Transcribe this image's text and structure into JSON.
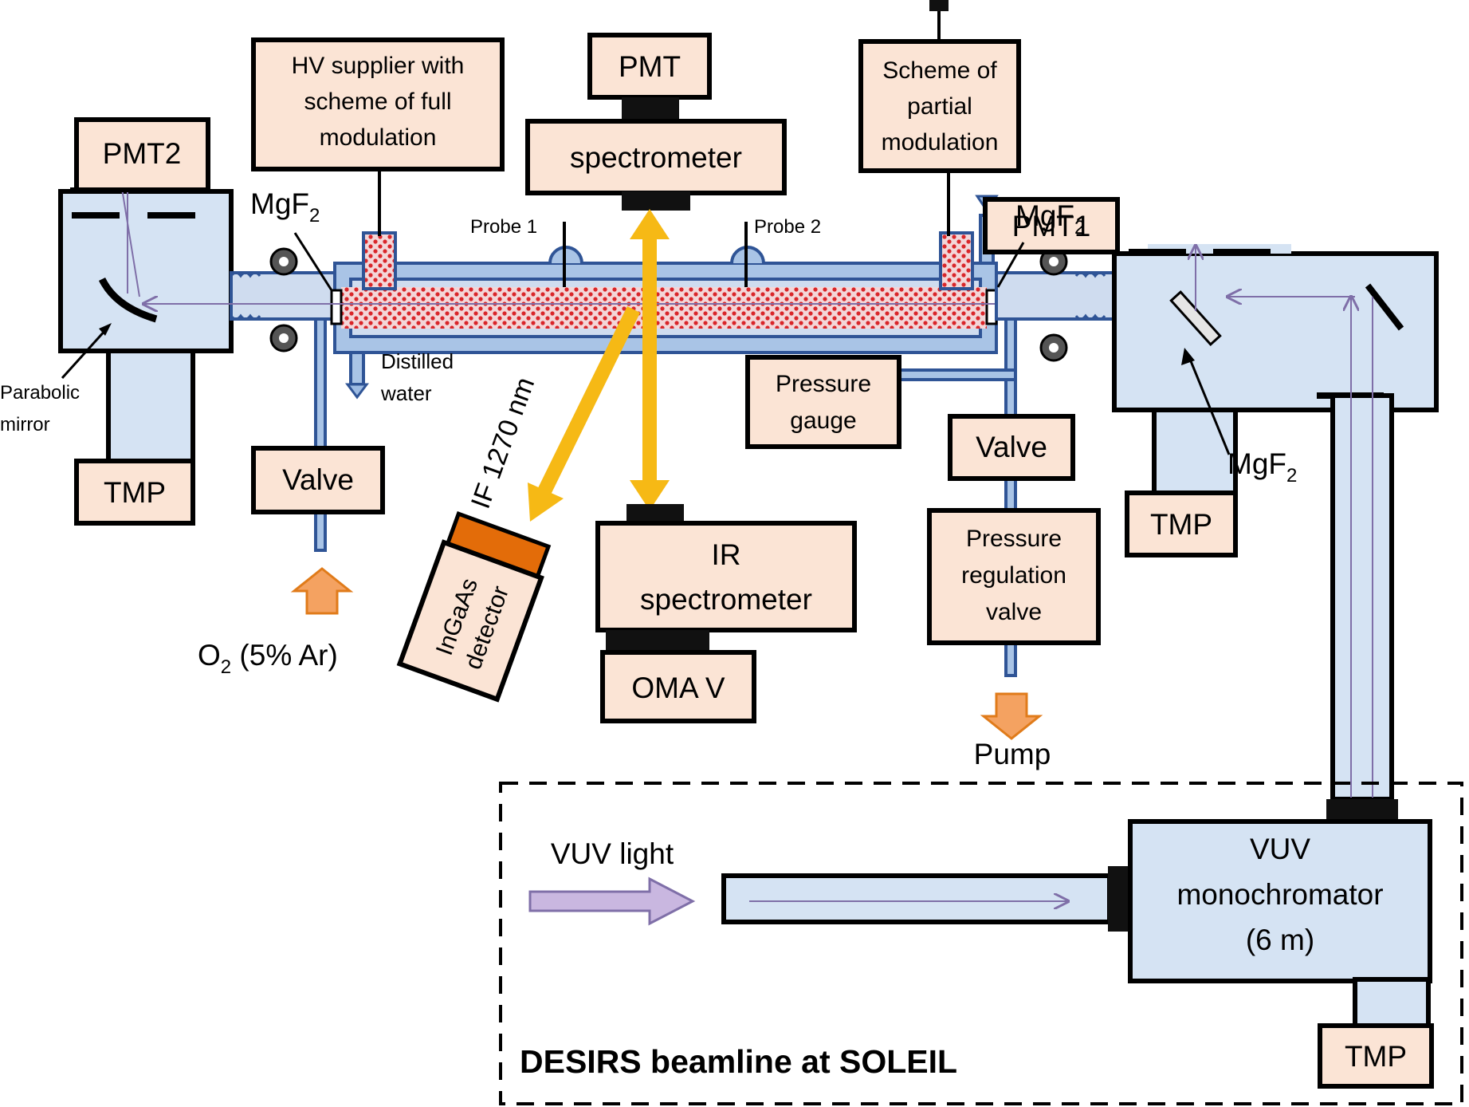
{
  "labels": {
    "pmt2": "PMT2",
    "pmt": "PMT",
    "pmt1": "PMT1",
    "hv_line1": "HV supplier  with",
    "hv_line2": "scheme of full",
    "hv_line3": "modulation",
    "spectrometer": "spectrometer",
    "partial_line1": "Scheme of",
    "partial_line2": "partial",
    "partial_line3": "modulation",
    "mgf2_left": "MgF",
    "mgf2_right": "MgF",
    "mgf2_lower": "MgF",
    "subscript_2": "2",
    "probe1": "Probe 1",
    "probe2": "Probe 2",
    "parabolic_line1": "Parabolic",
    "parabolic_line2": "mirror",
    "tmp_left": "TMP",
    "tmp_right": "TMP",
    "tmp_bottom": "TMP",
    "valve_left": "Valve",
    "valve_right": "Valve",
    "distilled_line1": "Distilled",
    "distilled_line2": "water",
    "o2_prefix": "O",
    "o2_suffix": " (5% Ar)",
    "if_filter": "IF 1270 nm",
    "ingaas_line1": "InGaAs",
    "ingaas_line2": "detector",
    "ir_line1": "IR",
    "ir_line2": "spectrometer",
    "oma": "OMA V",
    "pressure_gauge_line1": "Pressure",
    "pressure_gauge_line2": "gauge",
    "prv_line1": "Pressure",
    "prv_line2": "regulation",
    "prv_line3": "valve",
    "pump": "Pump",
    "vuv_light": "VUV light",
    "mono_line1": "VUV",
    "mono_line2": "monochromator",
    "mono_line3": "(6 m)",
    "desirs": "DESIRS beamline at SOLEIL"
  },
  "colors": {
    "box_fill": "#fbe4d5",
    "chamber_fill": "#d5e3f3",
    "tube_fill": "#a9c4e6",
    "tube_stroke": "#2f5496",
    "plasma_fill": "#f3d6d8",
    "plasma_dot": "#d9262a",
    "ir_beam": "#f6b915",
    "vuv_arrow": "#c9b7e0",
    "vuv_arrow_stroke": "#7f6fa8",
    "gas_arrow": "#f4a261",
    "gas_arrow_stroke": "#e07b1a",
    "filter_fill": "#e36c09"
  }
}
